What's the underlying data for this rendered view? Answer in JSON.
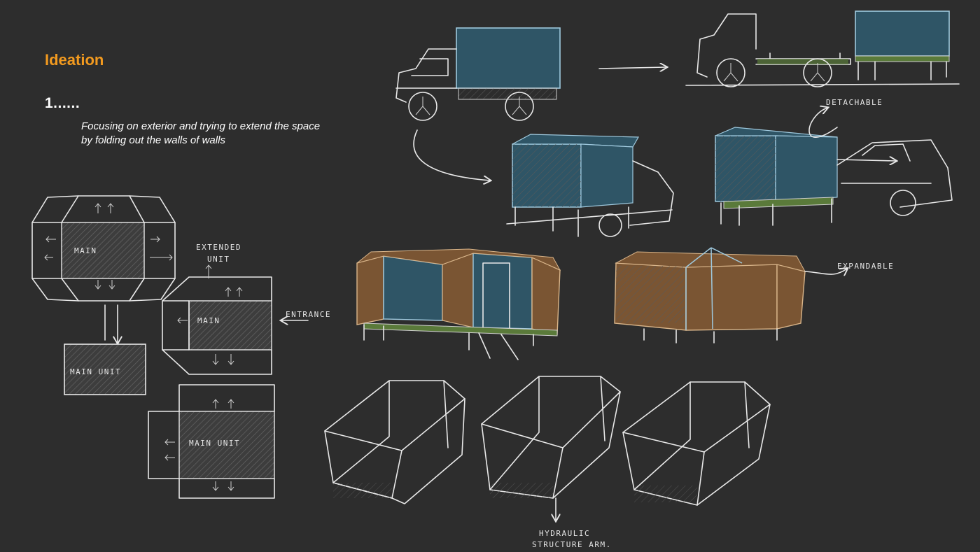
{
  "header": {
    "title": "Ideation",
    "step": "1......",
    "description_line1": "Focusing on exterior and trying to extend the space",
    "description_line2": "by folding out the walls of walls"
  },
  "annotations": {
    "main_1": "MAIN",
    "main_2": "MAIN",
    "main_unit_1": "MAIN UNIT",
    "main_unit_2": "MAIN UNIT",
    "extended_1": "EXTENDED",
    "extended_2": "UNIT",
    "entrance": "ENTRANCE",
    "detachable": "DETACHABLE",
    "expandable": "EXPANDABLE",
    "hydraulic_1": "HYDRAULIC",
    "hydraulic_2": "STRUCTURE ARM."
  },
  "colors": {
    "background": "#2d2d2d",
    "accent": "#f29a1f",
    "panel_blue": "#2f5566",
    "panel_brown": "#7a5533",
    "chassis_green": "#5a7a3a",
    "hatch_dark": "#3a3a3a"
  }
}
